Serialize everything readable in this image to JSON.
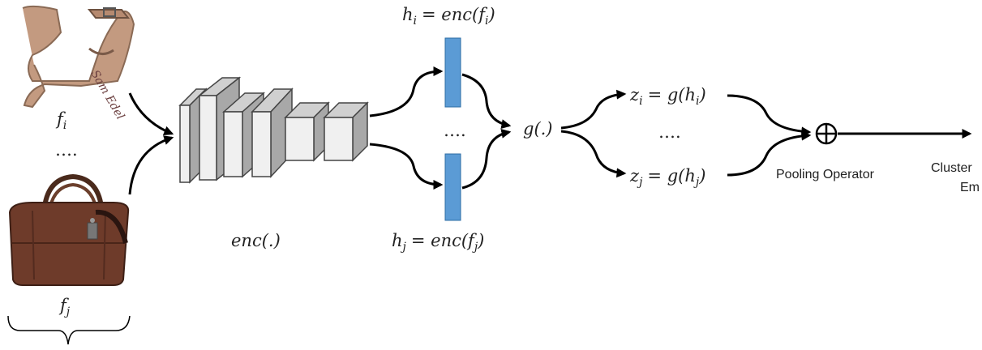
{
  "inputs": {
    "top_label": "f_i",
    "top_label_base": "f",
    "top_label_sub": "i",
    "middle_dots": "….",
    "bottom_label_base": "f",
    "bottom_label_sub": "j"
  },
  "encoder": {
    "label": "enc(.)"
  },
  "embeddings": {
    "top_label": "h_i = enc(f_i)",
    "top_lhs_base": "h",
    "top_lhs_sub": "i",
    "top_rhs_a": "= enc(f",
    "top_rhs_sub": "i",
    "top_rhs_b": ")",
    "middle_dots": "….",
    "bottom_lhs_base": "h",
    "bottom_lhs_sub": "j",
    "bottom_rhs_a": "= enc(f",
    "bottom_rhs_sub": "j",
    "bottom_rhs_b": ")",
    "bar_color": "#5b9bd5"
  },
  "projection": {
    "label": "g(.)"
  },
  "outputs": {
    "top_lhs_base": "z",
    "top_lhs_sub": "i",
    "top_rhs_a": "= g(h",
    "top_rhs_sub": "i",
    "top_rhs_b": ")",
    "middle_dots": "….",
    "bottom_lhs_base": "z",
    "bottom_lhs_sub": "j",
    "bottom_rhs_a": "= g(h",
    "bottom_rhs_sub": "j",
    "bottom_rhs_b": ")"
  },
  "pooling": {
    "symbol": "⊕",
    "label": "Pooling Operator"
  },
  "result": {
    "label_line1": "Cluster",
    "label_line2": "Em"
  }
}
